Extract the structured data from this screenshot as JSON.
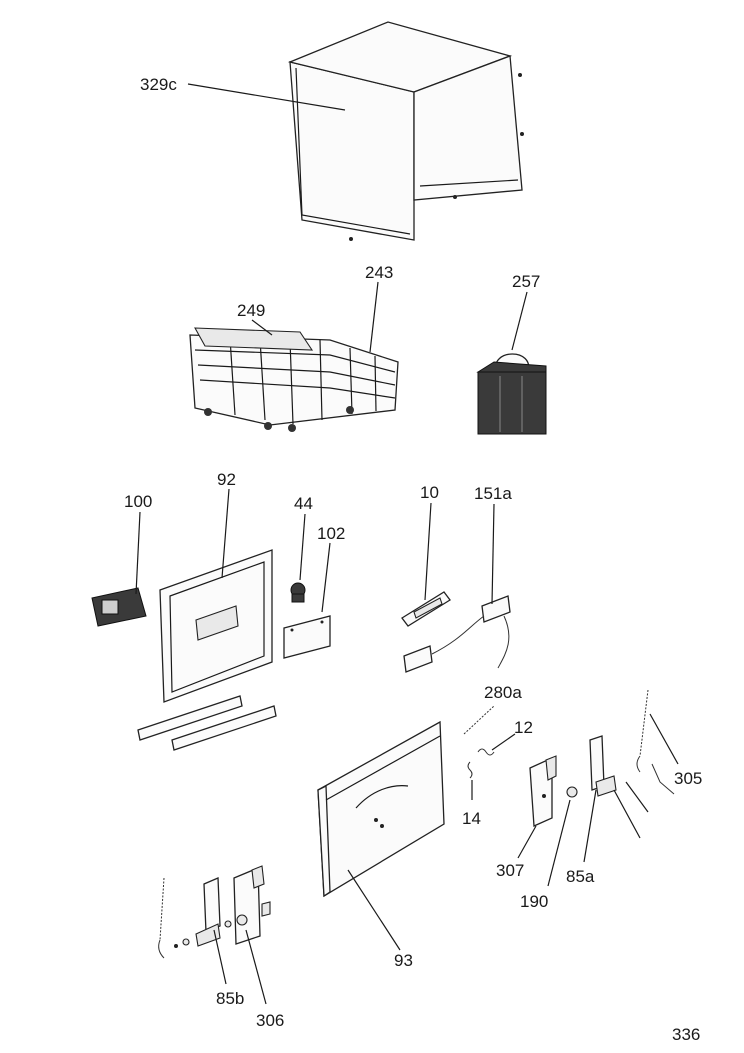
{
  "labels": {
    "l329c": "329c",
    "l243": "243",
    "l249": "249",
    "l257": "257",
    "l100": "100",
    "l92": "92",
    "l44": "44",
    "l102": "102",
    "l10": "10",
    "l151a": "151a",
    "l280a": "280a",
    "l12": "12",
    "l14": "14",
    "l305": "305",
    "l307": "307",
    "l85a": "85a",
    "l190": "190",
    "l93": "93",
    "l85b": "85b",
    "l306": "306",
    "page": "336"
  }
}
